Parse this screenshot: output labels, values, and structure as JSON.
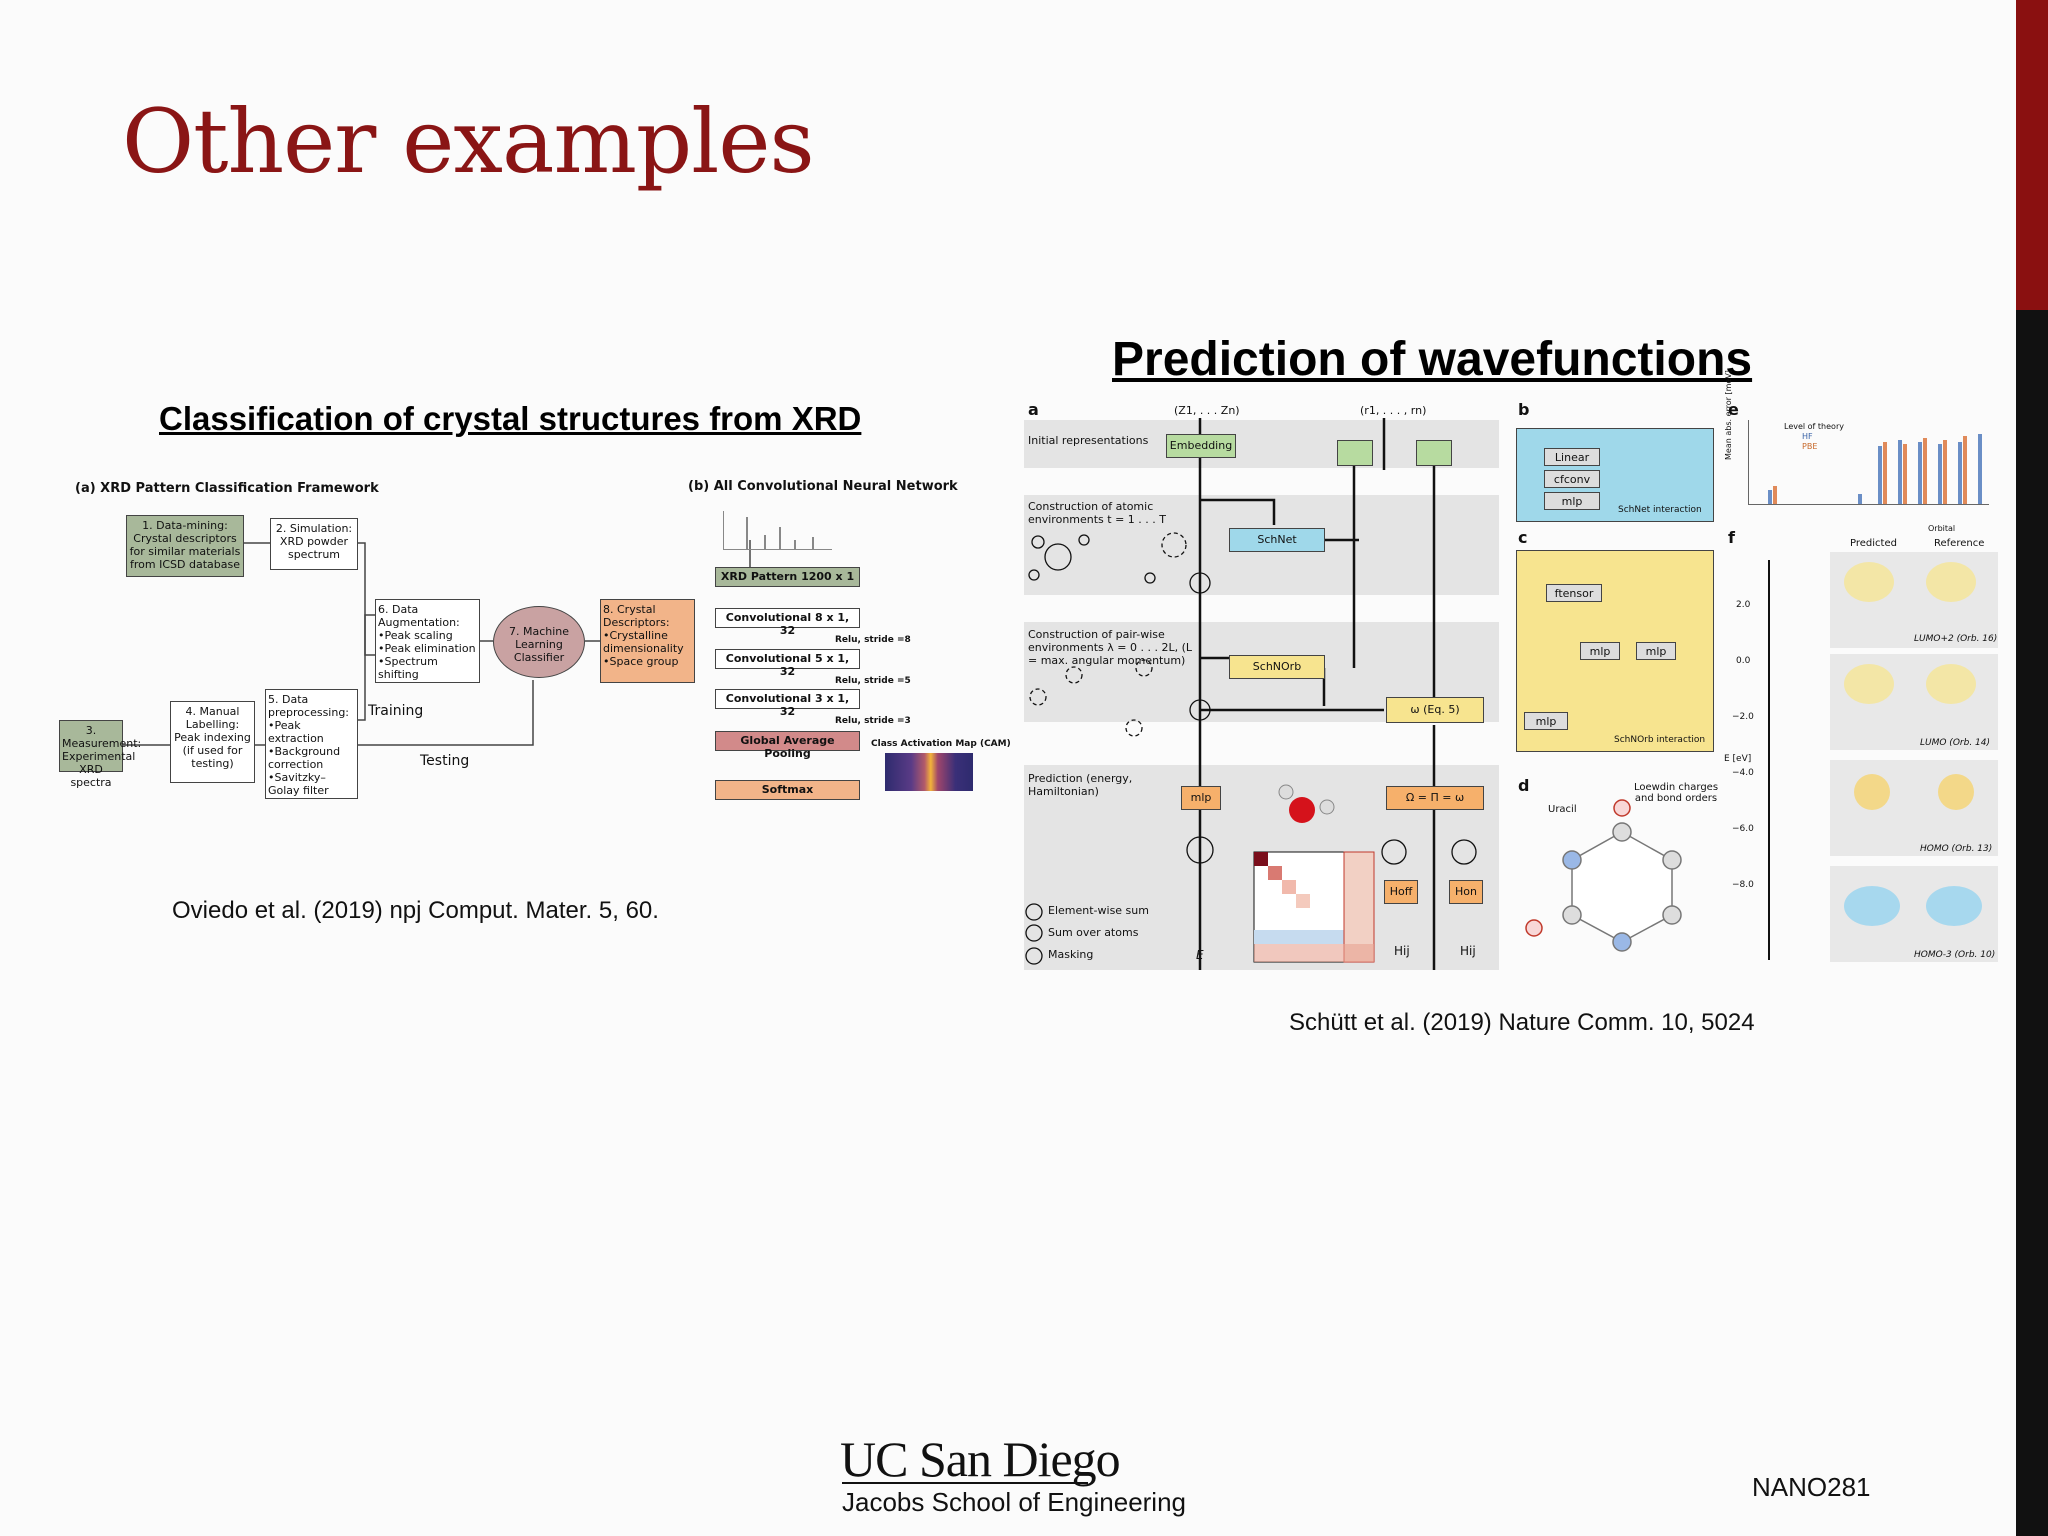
{
  "slide": {
    "title": "Other examples",
    "course_code": "NANO281"
  },
  "left_panel": {
    "heading": "Classification of crystal structures from XRD",
    "citation": "Oviedo et al. (2019) npj Comput. Mater. 5, 60.",
    "figure": {
      "part_a_title": "(a) XRD Pattern Classification Framework",
      "part_b_title": "(b) All Convolutional Neural Network",
      "boxes": {
        "data_mining": "1. Data-mining: Crystal descriptors for similar materials from ICSD database",
        "simulation": "2. Simulation: XRD powder spectrum",
        "measurement": "3. Measurement: Experimental XRD spectra",
        "manual_labelling": "4. Manual Labelling: Peak indexing (if used for testing)",
        "preprocessing": "5. Data preprocessing: •Peak extraction •Background correction •Savitzky–Golay filter",
        "augmentation": "6. Data Augmentation: •Peak scaling •Peak elimination •Spectrum shifting",
        "classifier": "7. Machine Learning Classifier",
        "descriptors": "8. Crystal Descriptors: •Crystalline dimensionality •Space group"
      },
      "training_label": "Training",
      "testing_label": "Testing",
      "cnn_layers": [
        "XRD Pattern 1200 x 1",
        "Convolutional 8 x 1, 32",
        "Convolutional 5 x 1, 32",
        "Convolutional 3 x 1, 32",
        "Global Average Pooling",
        "Softmax"
      ],
      "relu_labels": [
        "Relu, stride =8",
        "Relu, stride =5",
        "Relu, stride =3"
      ],
      "cam_label": "Class Activation Map (CAM)"
    }
  },
  "right_panel": {
    "heading": "Prediction of wavefunctions",
    "citation": "Schütt  et al. (2019) Nature Comm. 10, 5024",
    "figure": {
      "panel_letters": [
        "a",
        "b",
        "c",
        "d",
        "e",
        "f"
      ],
      "rows": [
        "Initial representations",
        "Construction of atomic environments t = 1 . . . T",
        "Construction of pair-wise environments λ = 0 . . . 2L, (L = max. angular momentum)",
        "Prediction (energy, Hamiltonian)"
      ],
      "top_inputs": [
        "(Z1, . . . Zn)",
        "(r1, . . . , rn)"
      ],
      "blocks": {
        "embedding": "Embedding",
        "schnet": "SchNet",
        "schnorb": "SchNOrb",
        "mlp": "mlp",
        "eq5": "ω (Eq. 5)",
        "omega": "Ω = Π = ω",
        "hoff": "Hoff",
        "hon": "Hon",
        "linear": "Linear",
        "cfconv": "cfconv",
        "mlp_atom": "mlp",
        "ftensor": "ftensor",
        "mlp_pair": "mlp",
        "mlp_env": "mlp",
        "schnet_interaction": "SchNet interaction",
        "schnorb_interaction": "SchNOrb interaction"
      },
      "legend": [
        "Element-wise sum",
        "Sum over atoms",
        "Masking"
      ],
      "outputs": [
        "E",
        "Hij",
        "Hij"
      ],
      "d_title": "Uracil",
      "d_subtitle": "Loewdin charges and bond orders",
      "e_ylabel": "Mean abs. error [meV]",
      "e_xlabel": "Orbital",
      "e_legend_title": "Level of theory",
      "e_legend": [
        "HF",
        "PBE"
      ],
      "f_headers": [
        "Predicted",
        "Reference"
      ],
      "f_axis_label": "E [eV]",
      "f_ticks": [
        "2.0",
        "0.0",
        "−2.0",
        "−4.0",
        "−6.0",
        "−8.0"
      ],
      "orbitals": [
        "LUMO+2 (Orb. 16)",
        "LUMO (Orb. 14)",
        "HOMO (Orb. 13)",
        "HOMO-3 (Orb. 10)"
      ]
    }
  },
  "logo": {
    "name": "UC San Diego",
    "subtitle": "Jacobs School of Engineering"
  },
  "colors": {
    "title_red": "#8a1515",
    "bar_red": "#8a1010",
    "green_box": "#a8b89a",
    "orange_box": "#f2b489",
    "classifier": "#c9a2a2",
    "blue_box": "#9fd8ea",
    "yellow_box": "#f7e48f",
    "embedding_green": "#b7dba0",
    "pred_orange": "#f6b06b"
  }
}
